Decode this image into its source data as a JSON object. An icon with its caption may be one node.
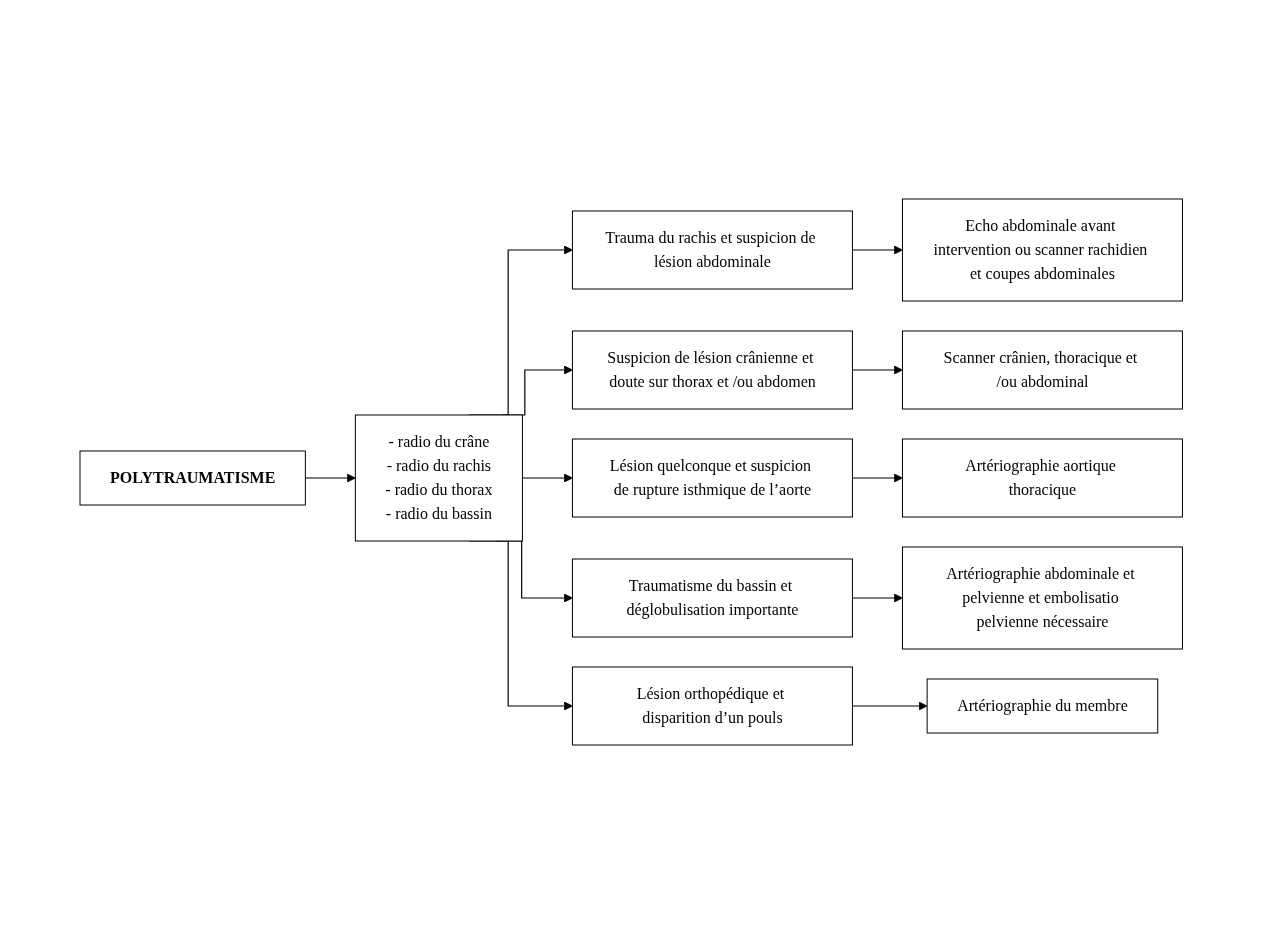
{
  "diagram": {
    "nodes": [
      {
        "text": [
          "POLYTRAUMATISME"
        ]
      },
      {
        "text": [
          "- radio du crâne",
          "- radio du rachis",
          "- radio du thorax",
          "- radio du bassin"
        ]
      },
      {
        "text": [
          "Trauma du rachis et suspicion de lésion abdominale"
        ]
      },
      {
        "text": [
          "Echo abdominale avant intervention ou scanner rachidien et coupes abdominales"
        ]
      },
      {
        "text": [
          "Suspicion de lésion crânienne et doute sur thorax et /ou abdomen"
        ]
      },
      {
        "text": [
          "Scanner crânien, thoracique et /ou abdominal"
        ]
      },
      {
        "text": [
          "Lésion quelconque et suspicion de rupture isthmique de l’aorte"
        ]
      },
      {
        "text": [
          "Artériographie aortique thoracique"
        ]
      },
      {
        "text": [
          "Traumatisme du bassin et déglobulisation importante"
        ]
      },
      {
        "text": [
          "Artériographie abdominale et pelvienne et embolisatio pelvienne nécessaire"
        ]
      },
      {
        "text": [
          "Lésion orthopédique et disparition d’un pouls"
        ]
      },
      {
        "text": [
          "Artériographie du membre"
        ]
      }
    ],
    "edges": [
      {
        "from": 0,
        "to": 1,
        "arrow": "to"
      },
      {
        "from": 1,
        "to": 2,
        "arrow": "to"
      },
      {
        "from": 1,
        "to": 4,
        "arrow": "to"
      },
      {
        "from": 1,
        "to": 6,
        "arrow": "to"
      },
      {
        "from": 1,
        "to": 8,
        "arrow": "to"
      },
      {
        "from": 1,
        "to": 10,
        "arrow": "to"
      },
      {
        "from": 2,
        "to": 3,
        "arrow": "to"
      },
      {
        "from": 4,
        "to": 5,
        "arrow": "to"
      },
      {
        "from": 6,
        "to": 7,
        "arrow": "to"
      },
      {
        "from": 8,
        "to": 9,
        "arrow": "to"
      },
      {
        "from": 10,
        "to": 11,
        "arrow": "to"
      }
    ]
  }
}
